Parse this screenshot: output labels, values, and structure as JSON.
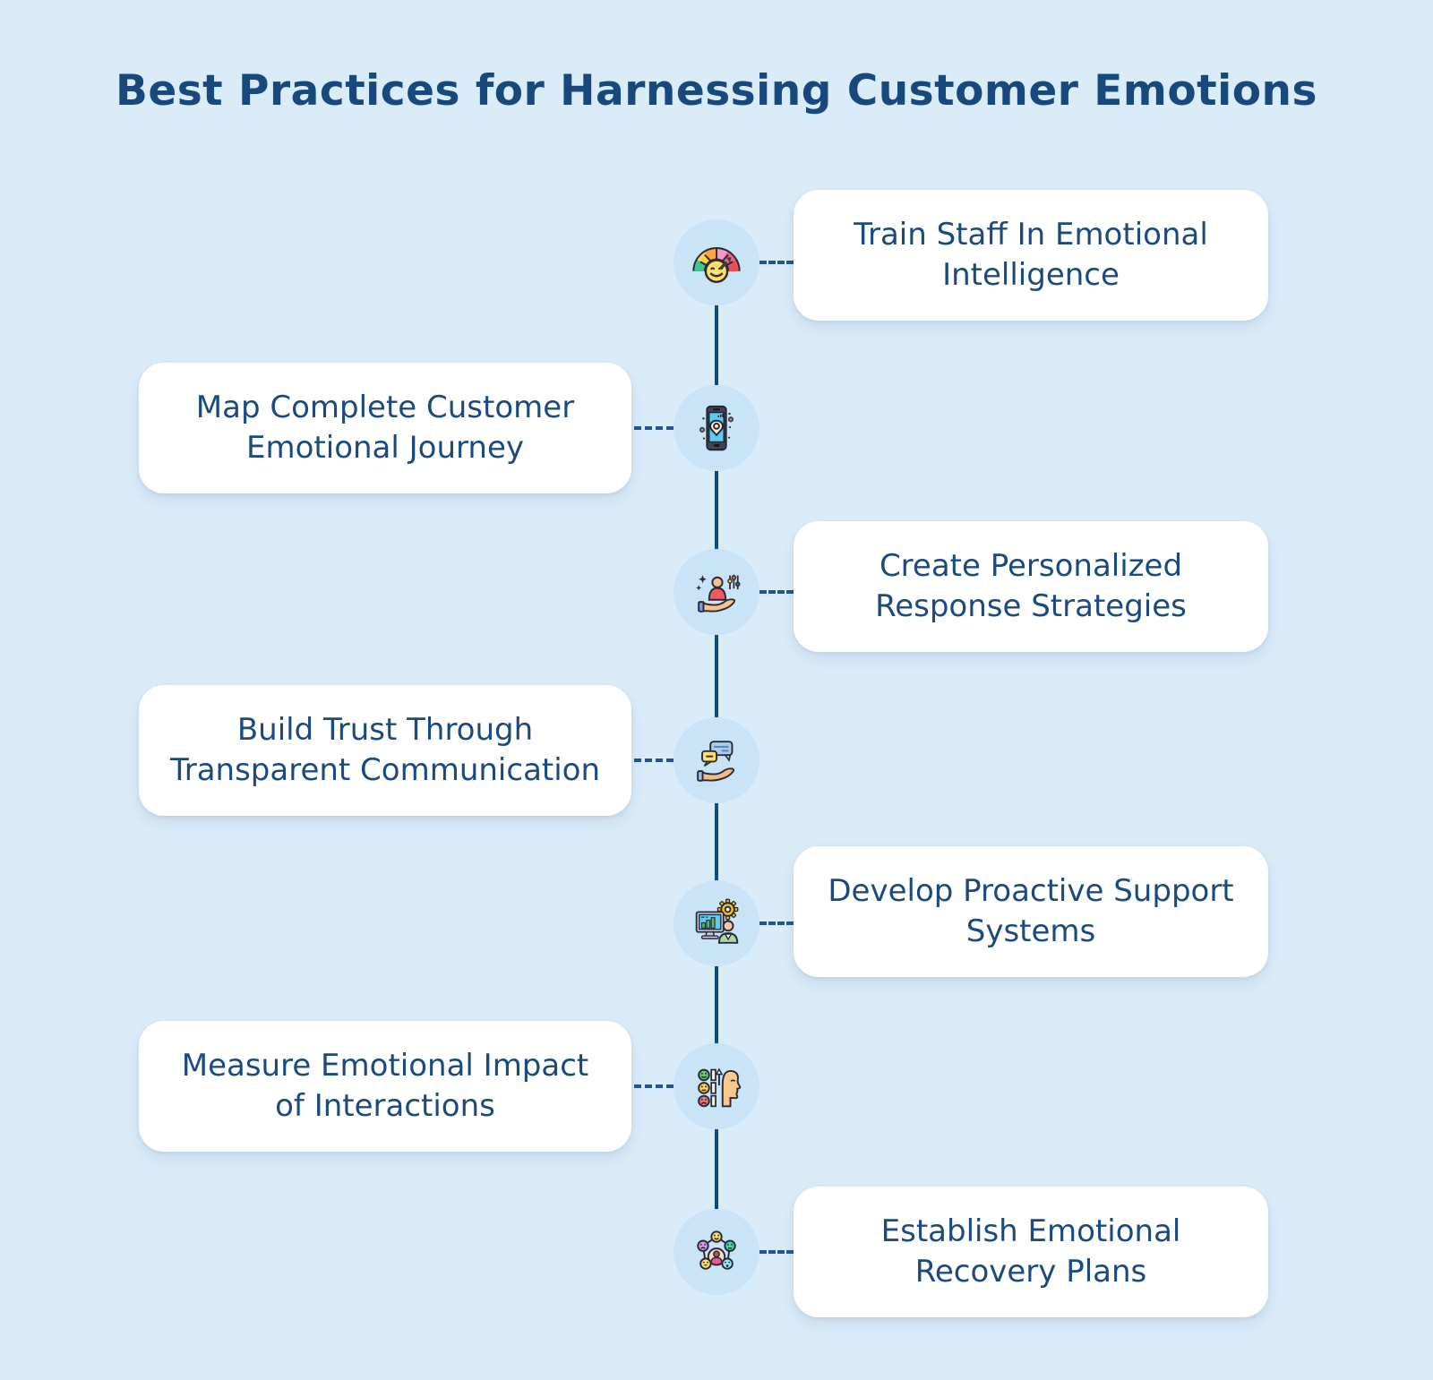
{
  "title": "Best Practices for Harnessing Customer Emotions",
  "colors": {
    "background": "#dbecf9",
    "card_background": "#ffffff",
    "text_primary": "#1b4b7e",
    "timeline_line": "#0f4c81",
    "connector_dash": "#27548f",
    "icon_circle_background": "#c9e3f7"
  },
  "items": [
    {
      "label": "Train Staff In Emotional Intelligence",
      "side": "right",
      "icon": "emotion-meter-icon"
    },
    {
      "label": "Map Complete Customer Emotional Journey",
      "side": "left",
      "icon": "phone-location-icon"
    },
    {
      "label": "Create Personalized Response Strategies",
      "side": "right",
      "icon": "personalized-person-hand-icon"
    },
    {
      "label": "Build Trust Through Transparent Communication",
      "side": "left",
      "icon": "chat-bubbles-hand-icon"
    },
    {
      "label": "Develop Proactive Support Systems",
      "side": "right",
      "icon": "support-dashboard-gear-icon"
    },
    {
      "label": "Measure Emotional Impact of Interactions",
      "side": "left",
      "icon": "emotion-scale-profile-icon"
    },
    {
      "label": "Establish Emotional Recovery Plans",
      "side": "right",
      "icon": "emotion-network-icon"
    }
  ]
}
